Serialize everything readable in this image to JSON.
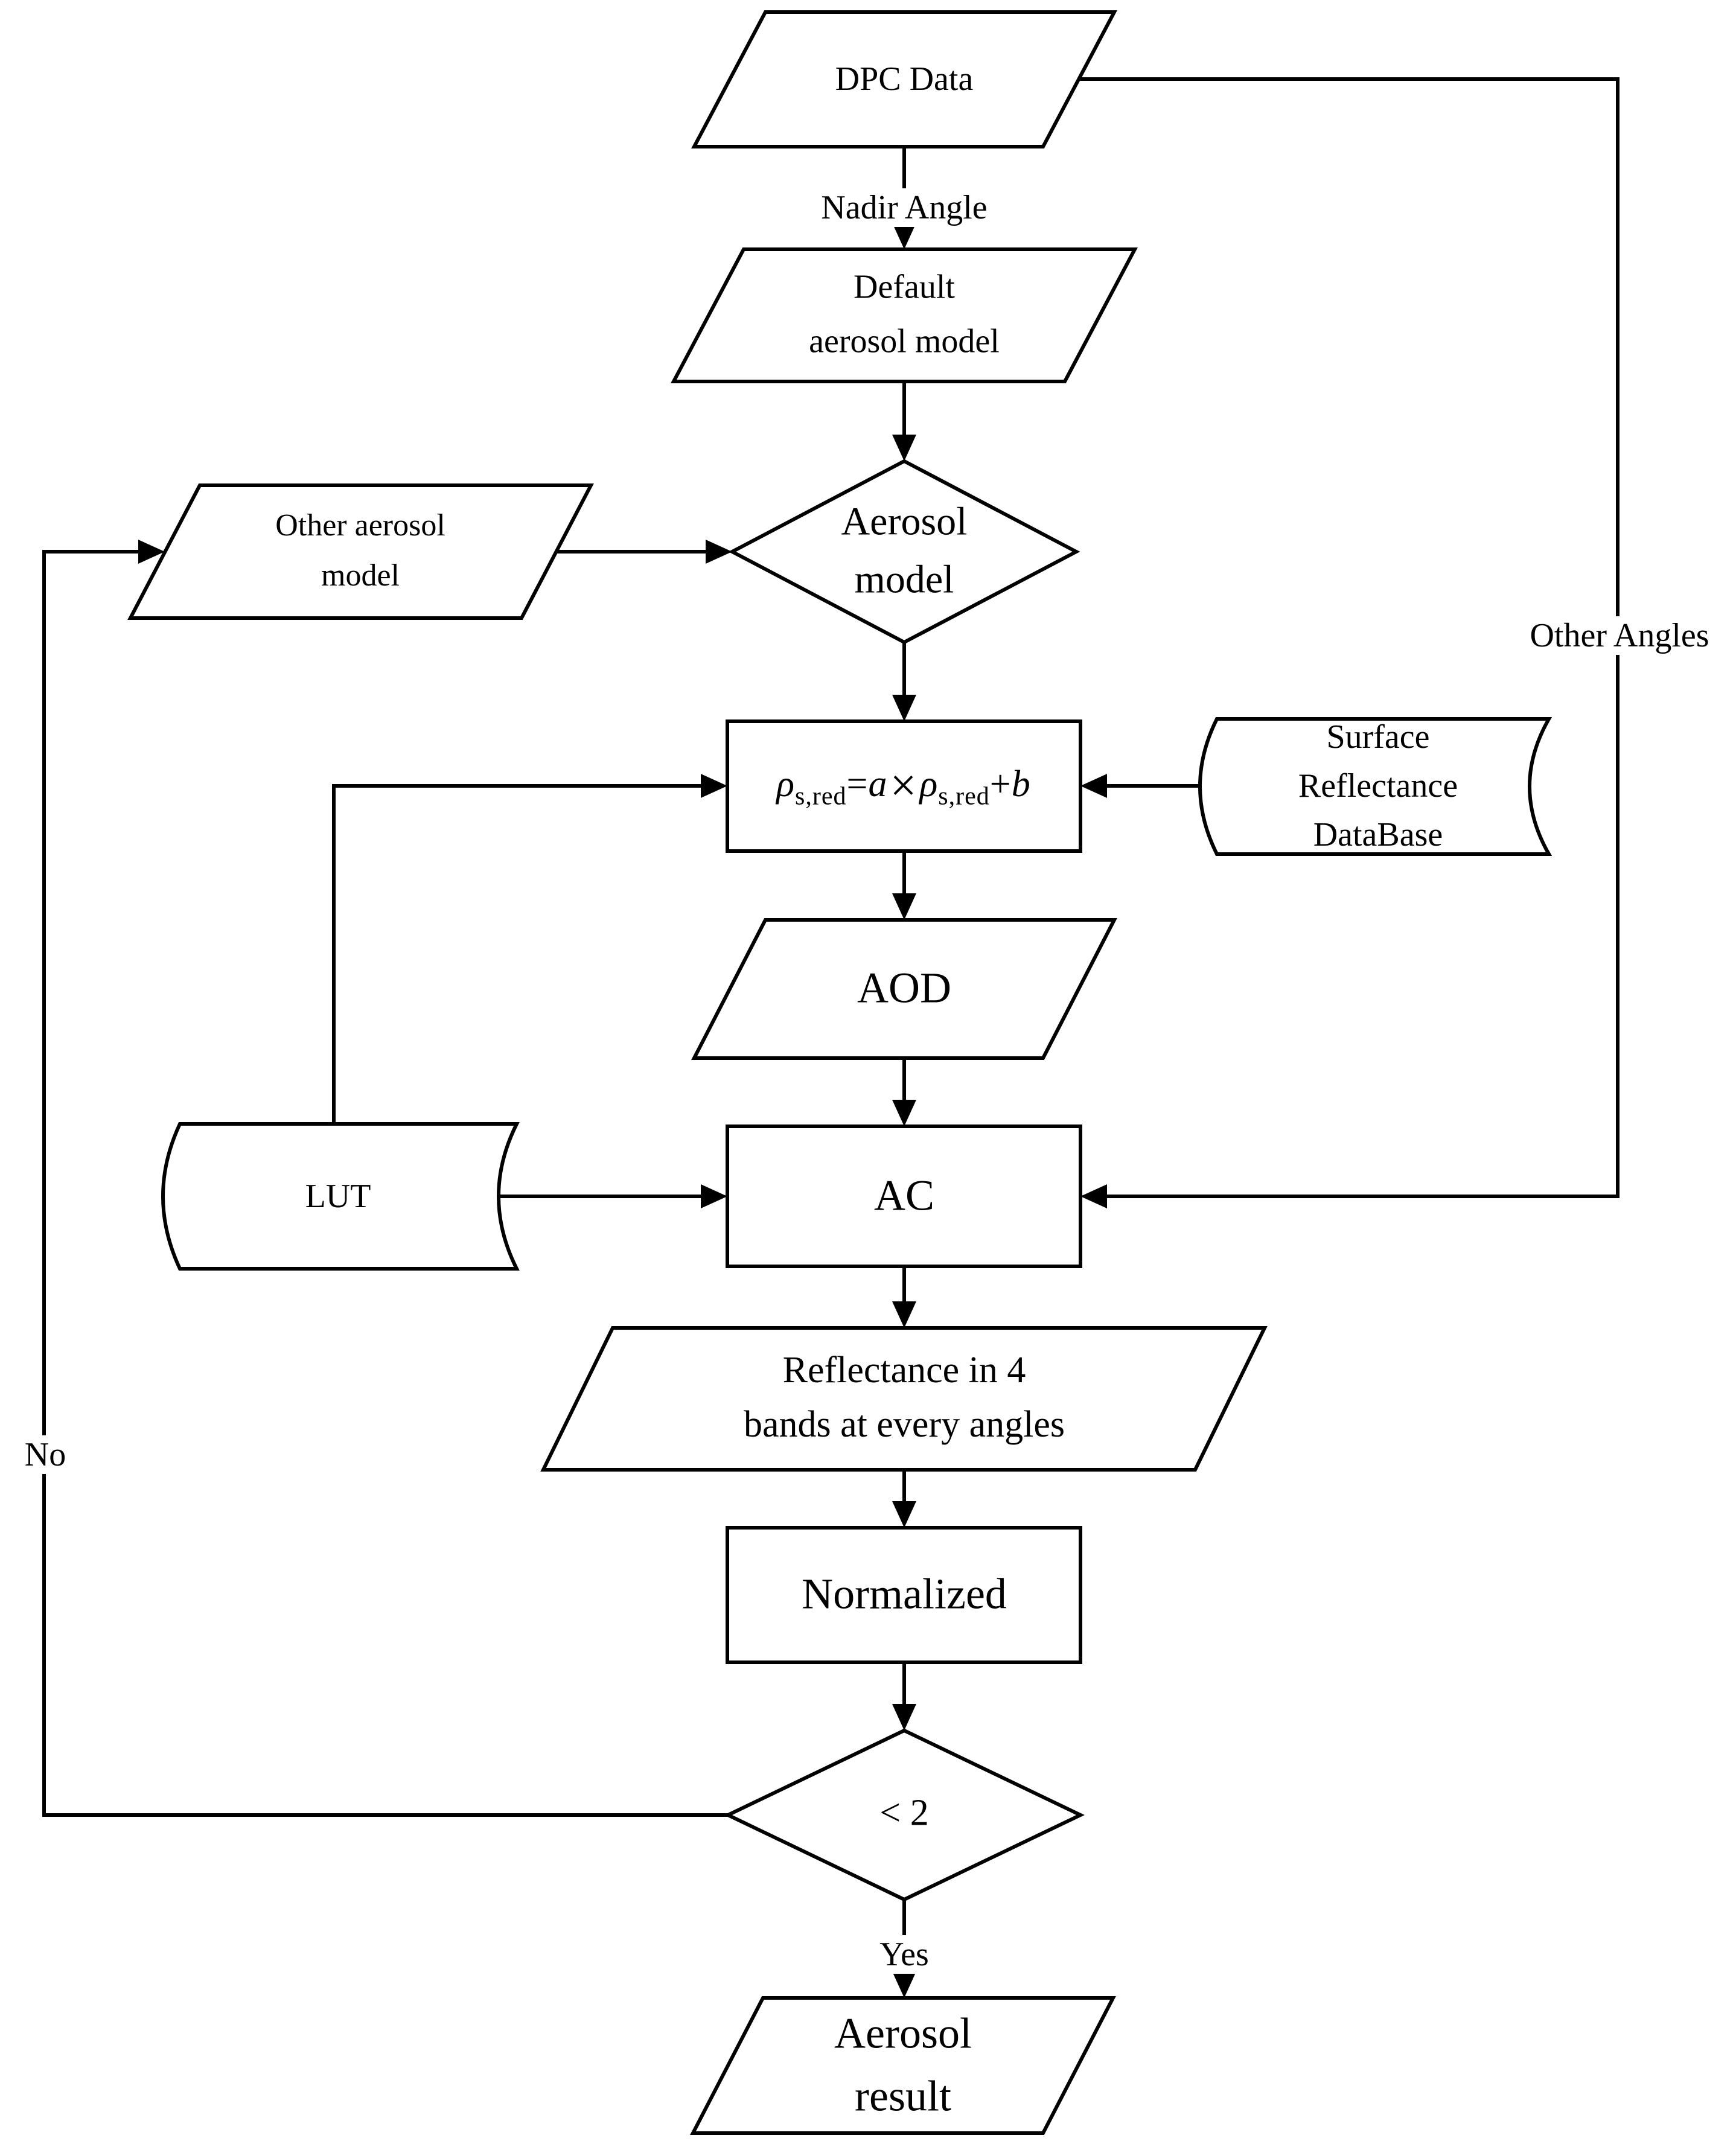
{
  "flowchart": {
    "background": "#ffffff",
    "line_color": "#000000",
    "text_color": "#000000",
    "nodes": {
      "dpc_data": {
        "shape": "parallelogram",
        "label": "DPC Data"
      },
      "default_aerosol_model": {
        "shape": "parallelogram",
        "line1": "Default",
        "line2": "aerosol model"
      },
      "aerosol_model": {
        "shape": "decision-diamond",
        "line1": "Aerosol",
        "line2": "model"
      },
      "other_aerosol_model": {
        "shape": "parallelogram",
        "line1": "Other aerosol",
        "line2": "model"
      },
      "surface_reflectance_equation": {
        "shape": "process-rect",
        "parts": {
          "rho_1": "ρ",
          "sub_1": "s,red",
          "equals": "=",
          "coeff_a": "a",
          "times": "×",
          "rho_2": "ρ",
          "sub_2": "s,red",
          "plus": "+",
          "coeff_b": "b"
        }
      },
      "surface_reflectance_database": {
        "shape": "stored-data",
        "line1": "Surface",
        "line2": "Reflectance",
        "line3": "DataBase"
      },
      "aod": {
        "shape": "parallelogram",
        "label": "AOD"
      },
      "lut": {
        "shape": "stored-data",
        "label": "LUT"
      },
      "ac": {
        "shape": "process-rect",
        "label": "AC"
      },
      "reflectance_4_bands": {
        "shape": "parallelogram",
        "line1": "Reflectance in 4",
        "line2": "bands at every angles"
      },
      "normalized": {
        "shape": "process-rect",
        "label": "Normalized"
      },
      "iteration_check": {
        "shape": "decision-diamond",
        "label": "< 2"
      },
      "aerosol_result": {
        "shape": "parallelogram",
        "line1": "Aerosol",
        "line2": "result"
      }
    },
    "edge_labels": {
      "nadir_angle": "Nadir Angle",
      "other_angles": "Other Angles",
      "yes": "Yes",
      "no": "No"
    }
  }
}
